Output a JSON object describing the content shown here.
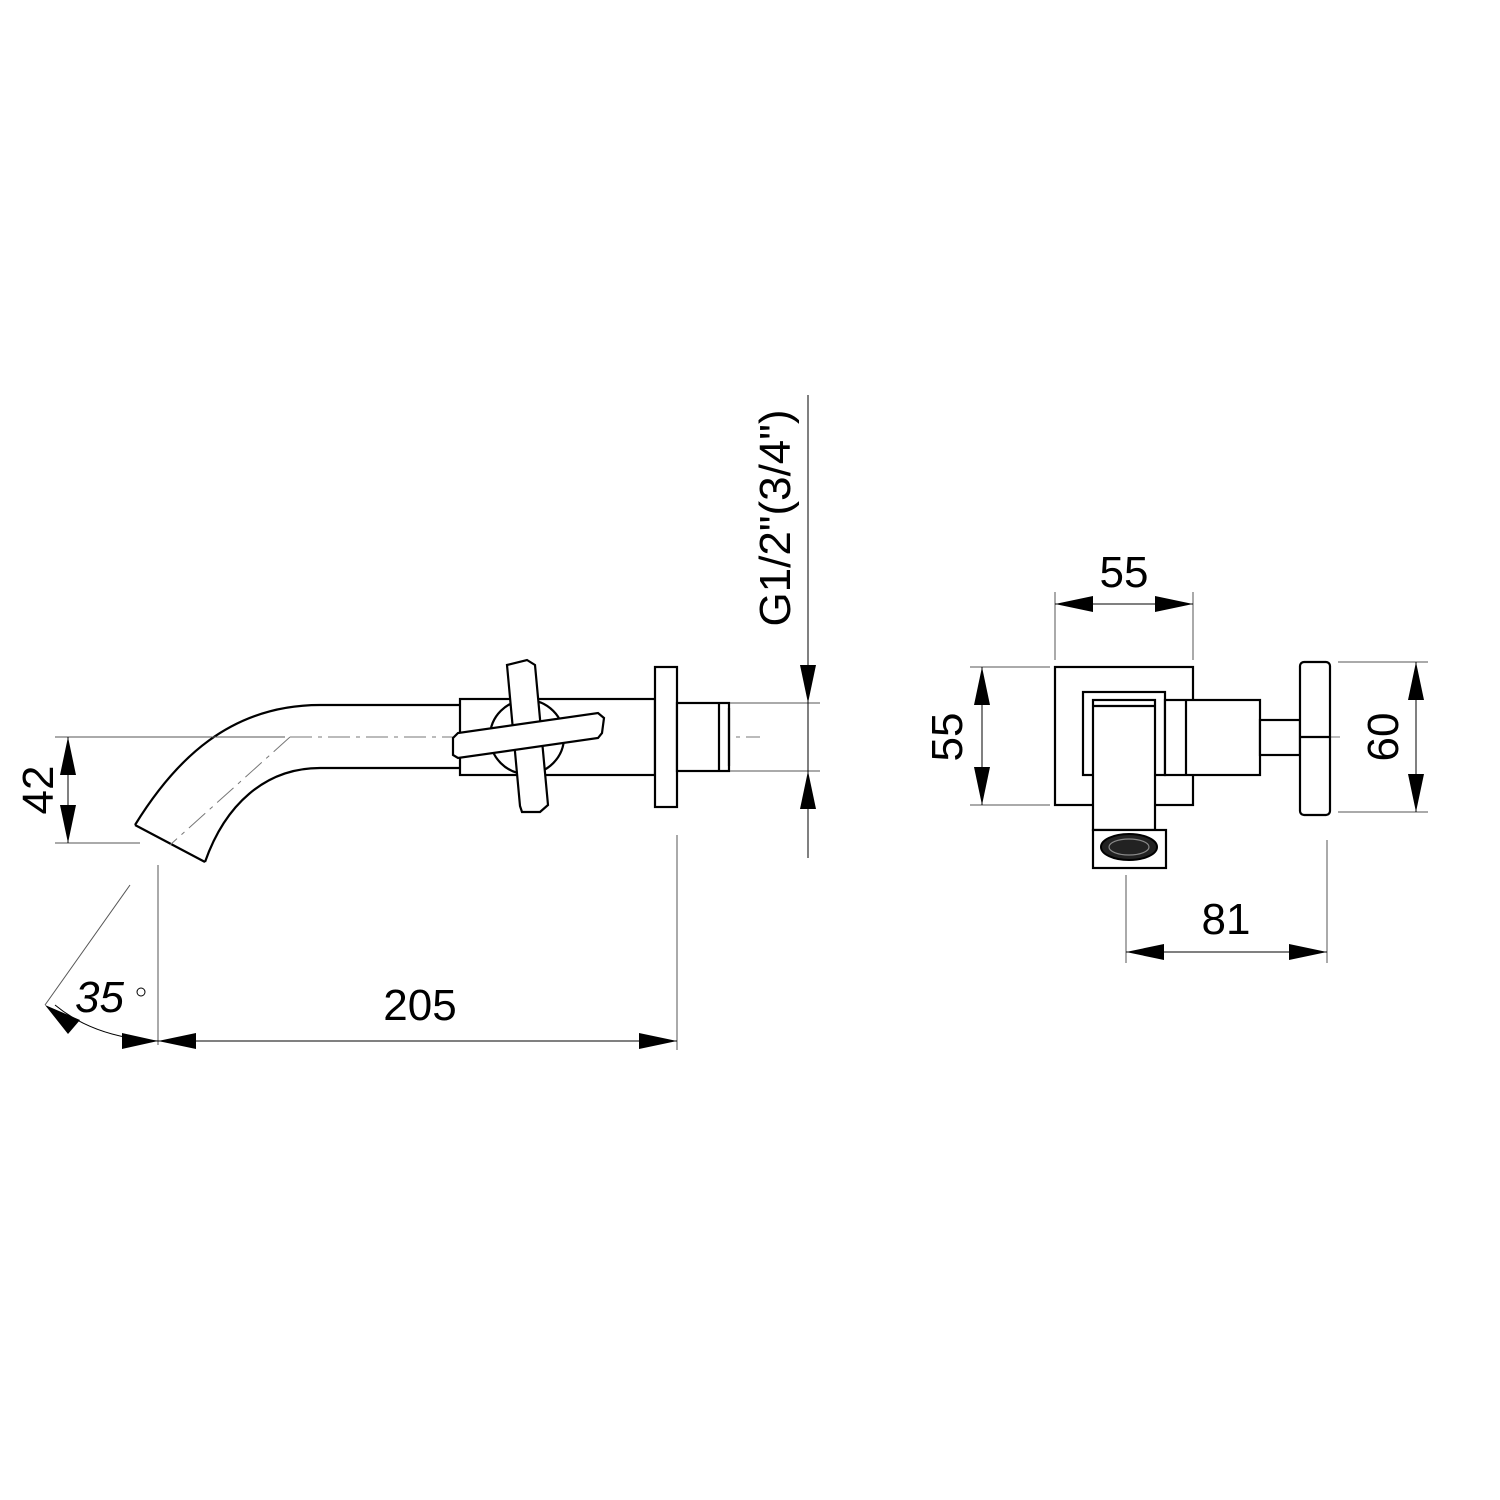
{
  "drawing": {
    "side_view": {
      "dim_height": "42",
      "dim_angle": "35",
      "dim_angle_unit": "°",
      "dim_length": "205",
      "dim_thread": "G1/2\"(3/4\")"
    },
    "front_view": {
      "dim_width_plate": "55",
      "dim_height_plate": "55",
      "dim_handle_height": "60",
      "dim_depth": "81"
    },
    "colors": {
      "line": "#000000",
      "background": "#ffffff"
    }
  }
}
